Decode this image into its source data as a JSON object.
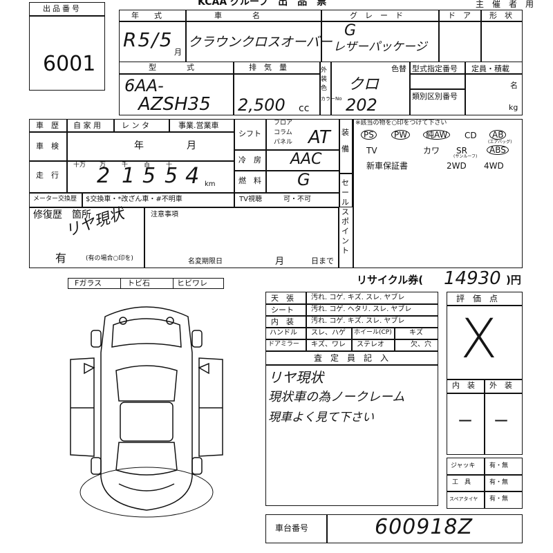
{
  "header": {
    "lot_label": "出品番号",
    "lot_number": "6001",
    "group_label": "KCAA グループ　出　品　票",
    "organizer_label": "主　催　者　用"
  },
  "vehicle": {
    "year_label": "年　　式",
    "year_value": "R5/5",
    "month_suffix": "月",
    "car_label": "車　　　　名",
    "car_value": "クラウンクロスオーバー",
    "grade_label": "グ　レ　ー　ド",
    "grade_value_1": "G",
    "grade_value_2": "レザーパッケージ",
    "door_label": "ド　ア",
    "shape_label": "形　状",
    "model_label": "型　　　　式",
    "model_value_1": "6AA-",
    "model_value_2": "AZSH35",
    "displacement_label": "排　気　量",
    "displacement_value": "2,500",
    "displacement_unit": "cc",
    "exterior_color_label": "外装色",
    "color_no_label": "カラーNo",
    "color_value": "クロ",
    "color_no_value": "202",
    "color_label": "色替",
    "type_designation_label": "型式指定番号",
    "category_number_label": "類別区別番号",
    "capacity_label": "定員・積載",
    "capacity_unit_1": "名",
    "capacity_unit_2": "kg"
  },
  "history": {
    "label": "車　歴",
    "options": [
      "自 家 用",
      "レ ン タ",
      "事業.営業車"
    ],
    "inspection_label": "車　検",
    "inspection_year": "年",
    "inspection_month": "月",
    "mileage_label": "走　行",
    "digit_units": [
      "十万",
      "万",
      "千",
      "百",
      "十"
    ],
    "mileage_digits": [
      "2",
      "1",
      "5",
      "5",
      "4"
    ],
    "mileage_unit": "km",
    "meter_label": "メーター交換歴",
    "meter_note": "$交換車・*改ざん車・#不明車",
    "tv_label": "TV視聴",
    "tv_value": "可・不可"
  },
  "specs": {
    "shift_label": "シフト",
    "shift_options": [
      "フロア",
      "コラム",
      "パネル"
    ],
    "shift_value": "AT",
    "ac_label": "冷　房",
    "ac_value": "AAC",
    "fuel_label": "燃　料",
    "fuel_value": "G"
  },
  "equipment": {
    "side_label": "装備",
    "note": "※該当の物を○印をつけて下さい",
    "row1": [
      "PS",
      "PW",
      "純AW",
      "CD",
      "AB"
    ],
    "row1_sub": "(エアバッグ)",
    "row2": [
      "TV",
      "カワ",
      "SR",
      "ABS"
    ],
    "row2_sub": "(サンルーフ)",
    "row3": [
      "新車保証書",
      "2WD",
      "4WD"
    ],
    "sales_point_label": "セールスポイント"
  },
  "repair": {
    "label": "修復歴　箇所",
    "handwritten": "リヤ現状",
    "has_label": "有",
    "has_note": "(有の場合○印を)",
    "notes_label": "注意事項",
    "deadline_label": "名変期限日",
    "deadline_month": "月",
    "deadline_day": "日まで"
  },
  "glass": {
    "items": [
      "Fガラス",
      "トビ石",
      "ヒビワレ"
    ]
  },
  "recycle": {
    "label": "リサイクル券(",
    "value": "14930",
    "unit": ")円"
  },
  "interior_table": {
    "rows": [
      {
        "label": "天　張",
        "options": "汚れ. コゲ. キズ. スレ. ヤブレ"
      },
      {
        "label": "シート",
        "options": "汚れ. コゲ. ヘタリ. スレ. ヤブレ"
      },
      {
        "label": "内　装",
        "options": "汚れ. コゲ. キズ. スレ. ヤブレ"
      }
    ],
    "handle_label": "ハンドル",
    "handle_options": "スレ、ハゲ",
    "wheel_label": "ホイール(CP)",
    "wheel_options": "キズ",
    "mirror_label": "ドアミラー",
    "mirror_options": "キズ、ワレ",
    "stereo_label": "ステレオ",
    "stereo_options": "欠、穴"
  },
  "inspector": {
    "label": "査　定　員　記　入",
    "lines": [
      "リヤ現状",
      "現状車の為ノークレーム",
      "現車よく見て下さい"
    ]
  },
  "score": {
    "label": "評　価　点",
    "value": "X",
    "interior_label": "内　装",
    "exterior_label": "外　装",
    "interior_value": "ー",
    "exterior_value": "ー"
  },
  "tools": {
    "items": [
      {
        "label": "ジャッキ",
        "value": "有・無"
      },
      {
        "label": "工　具",
        "value": "有・無"
      },
      {
        "label": "スペアタイヤ",
        "value": "有・無"
      }
    ]
  },
  "chassis": {
    "label": "車台番号",
    "value": "600918Z"
  }
}
